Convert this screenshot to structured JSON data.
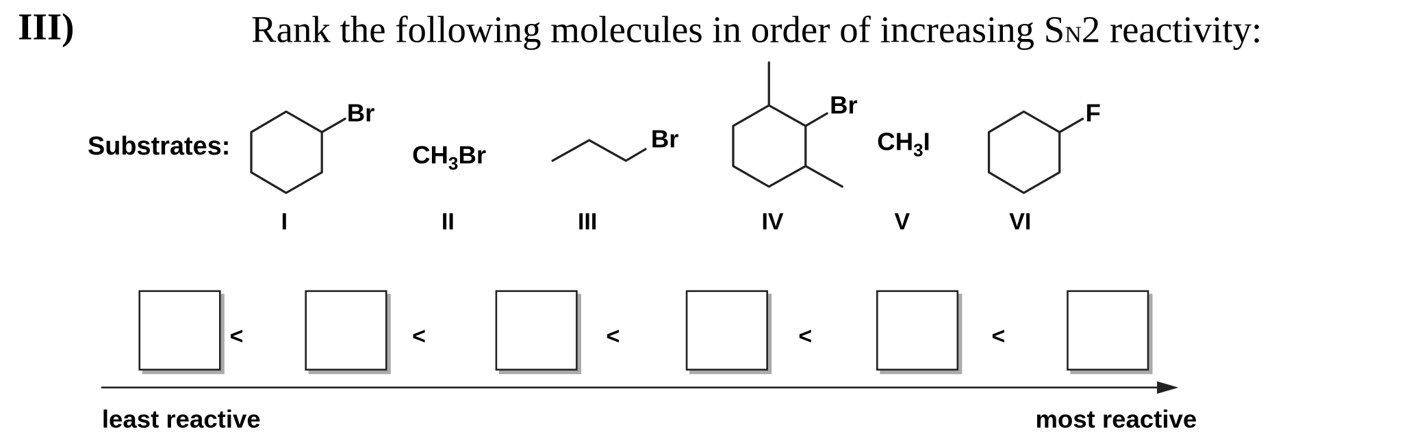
{
  "question": {
    "number": "III)",
    "text_before": "Rank the following molecules in order of increasing S",
    "text_subscript": "N",
    "text_after": "2 reactivity:"
  },
  "substrates_label": "Substrates:",
  "substrates": [
    {
      "numeral": "I",
      "structure": "cyclohexane ring with Br",
      "labels": [
        "Br"
      ]
    },
    {
      "numeral": "II",
      "formula_main": "CH",
      "formula_sub": "3",
      "formula_tail": "Br"
    },
    {
      "numeral": "III",
      "structure": "propyl chain with Br",
      "labels": [
        "Br"
      ]
    },
    {
      "numeral": "IV",
      "structure": "dimethylcyclohexane with Br",
      "labels": [
        "Br"
      ]
    },
    {
      "numeral": "V",
      "formula_main": "CH",
      "formula_sub": "3",
      "formula_tail": "I"
    },
    {
      "numeral": "VI",
      "structure": "cyclohexane ring with F",
      "labels": [
        "F"
      ]
    }
  ],
  "ranking": {
    "separator": "<",
    "box_count": 6
  },
  "axis": {
    "left_label": "least reactive",
    "right_label": "most reactive"
  }
}
